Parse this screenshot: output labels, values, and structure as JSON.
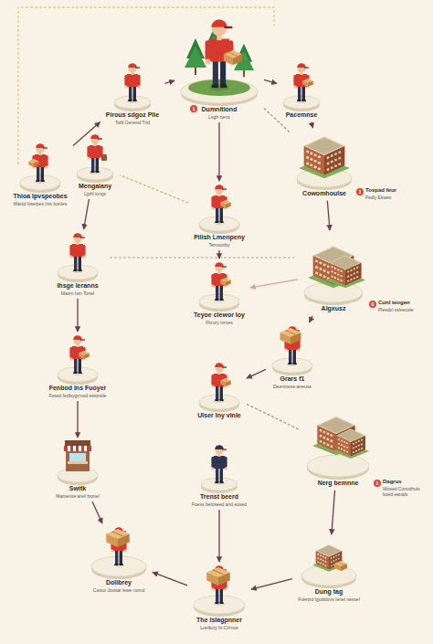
{
  "diagram": {
    "nodes": [
      {
        "text": [
          "Pirous sdgoz Plie",
          "Tofd Cenend Trid"
        ]
      },
      {
        "text": [
          "Dumnitiond",
          "Lsgh rtens"
        ]
      },
      {
        "text": [
          "Pacemnse"
        ]
      },
      {
        "text": [
          "Thioa Ipvspeobes",
          "Manid foterpes Inis bonles"
        ]
      },
      {
        "text": [
          "Mengaiany",
          "Ljphl longs"
        ]
      },
      {
        "text": [
          "Pilish Lmenpeny",
          "Temouriby"
        ]
      },
      {
        "text": [
          "Cowomhoulse"
        ]
      },
      {
        "text": [
          "Ihsge Ieranns",
          "Masm Istn Tonel"
        ]
      },
      {
        "text": [
          "Teyoe clewor Ioy",
          "Fbrury Inrves"
        ]
      },
      {
        "text": [
          "Algxusz"
        ]
      },
      {
        "text": [
          "Fenbod Ins Fuoyer",
          "Fosed fedlsygrrnod eelondle"
        ]
      },
      {
        "text": [
          "Grars f1",
          "Deenmese aneuse"
        ]
      },
      {
        "text": [
          "Ulser Iny vinle"
        ]
      },
      {
        "text": [
          "Nerg bemnne"
        ]
      },
      {
        "text": [
          "Switk",
          "Mamense areil bionel"
        ]
      },
      {
        "text": [
          "Trenst beerd",
          "Foevs beloseed and eosed"
        ]
      },
      {
        "text": [
          "Dolibrey",
          "Ceoux Joosar lewe nomd"
        ]
      },
      {
        "text": [
          "The Islagpnner",
          "Loeikcty fo Clrrnce"
        ]
      },
      {
        "text": [
          "Dung tag",
          "Foeriod Igusitlons Ienel nessel"
        ]
      }
    ],
    "edges": [
      {
        "from": 0,
        "to": 1,
        "arrow": "to"
      },
      {
        "from": 1,
        "to": 2,
        "arrow": "to"
      },
      {
        "from": 2,
        "to": 6,
        "arrow": "to"
      },
      {
        "from": 6,
        "to": 9,
        "arrow": "to"
      },
      {
        "from": 9,
        "to": 11,
        "arrow": "to"
      },
      {
        "from": 11,
        "to": 12,
        "arrow": "to"
      },
      {
        "from": 12,
        "to": 13,
        "arrow": "none"
      },
      {
        "from": 9,
        "to": 8,
        "arrow": "to"
      },
      {
        "from": 1,
        "to": 5,
        "arrow": "to"
      },
      {
        "from": 5,
        "to": 8,
        "arrow": "to"
      },
      {
        "from": 13,
        "to": 18,
        "arrow": "to"
      },
      {
        "from": 18,
        "to": 17,
        "arrow": "to"
      },
      {
        "from": 17,
        "to": 16,
        "arrow": "to"
      },
      {
        "from": 14,
        "to": 16,
        "arrow": "to"
      },
      {
        "from": 15,
        "to": 17,
        "arrow": "to"
      },
      {
        "from": 3,
        "to": 0,
        "arrow": "to"
      },
      {
        "from": 4,
        "to": 7,
        "arrow": "to"
      },
      {
        "from": 7,
        "to": 10,
        "arrow": "to"
      },
      {
        "from": 10,
        "to": 14,
        "arrow": "to"
      },
      {
        "from": 1,
        "to": 6,
        "arrow": "none"
      },
      {
        "from": 5,
        "to": 4,
        "arrow": "none"
      }
    ],
    "labels": [
      "1",
      "1",
      "Tovpad feur",
      "Fedly Ekwes",
      "8",
      "Cunl teogen",
      "Pleedcl ssleeceie",
      "1",
      "Dagrus",
      "Wosed Contsthuts boed eanals"
    ]
  }
}
